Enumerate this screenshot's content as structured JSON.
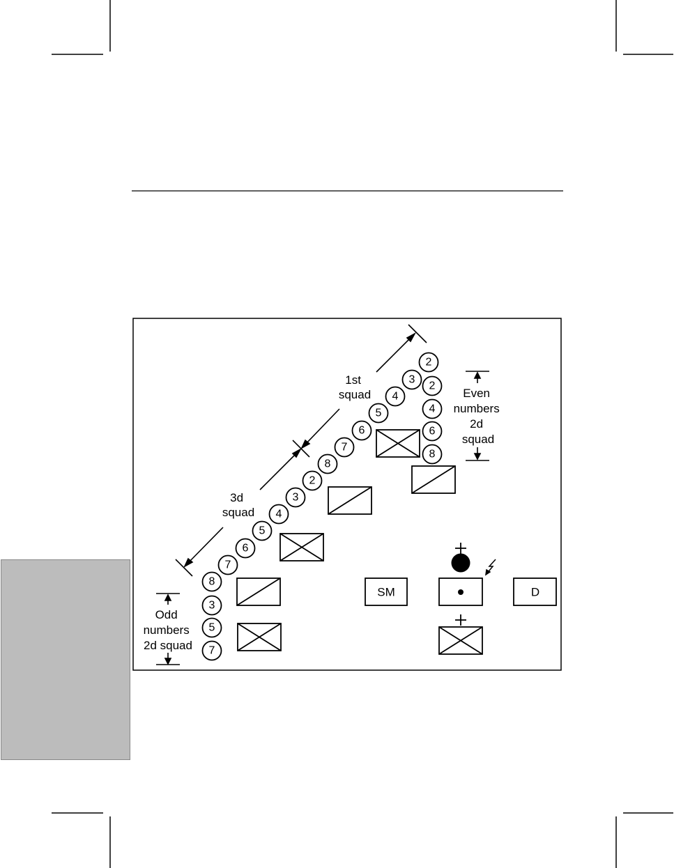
{
  "diagram": {
    "labels": {
      "first_squad": [
        "1st",
        "squad"
      ],
      "third_squad": [
        "3d",
        "squad"
      ],
      "even_numbers": [
        "Even",
        "numbers",
        "2d",
        "squad"
      ],
      "odd_numbers": [
        "Odd",
        "numbers",
        "2d squad"
      ]
    },
    "first_squad_diagonal": [
      "3",
      "4",
      "5",
      "6"
    ],
    "even_column": [
      "2",
      "2",
      "4",
      "6",
      "8"
    ],
    "third_squad_diagonal": [
      "7",
      "8",
      "2",
      "3",
      "4",
      "5",
      "6",
      "7"
    ],
    "odd_column": [
      "8",
      "3",
      "5",
      "7"
    ],
    "boxes": {
      "sm": "SM",
      "d": "D"
    }
  }
}
